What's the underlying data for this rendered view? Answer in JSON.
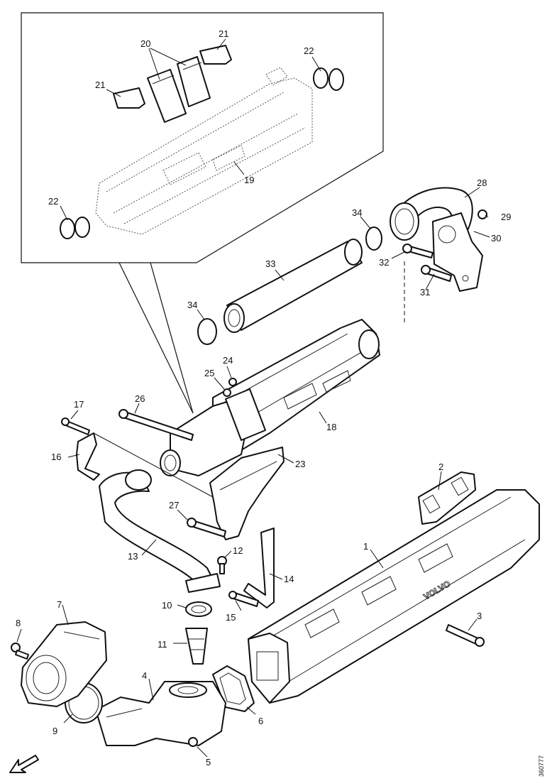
{
  "diagram": {
    "callouts": [
      {
        "id": "c1",
        "text": "1"
      },
      {
        "id": "c2",
        "text": "2"
      },
      {
        "id": "c3",
        "text": "3"
      },
      {
        "id": "c4",
        "text": "4"
      },
      {
        "id": "c5",
        "text": "5"
      },
      {
        "id": "c6",
        "text": "6"
      },
      {
        "id": "c7",
        "text": "7"
      },
      {
        "id": "c8",
        "text": "8"
      },
      {
        "id": "c9",
        "text": "9"
      },
      {
        "id": "c10",
        "text": "10"
      },
      {
        "id": "c11",
        "text": "11"
      },
      {
        "id": "c12",
        "text": "12"
      },
      {
        "id": "c13",
        "text": "13"
      },
      {
        "id": "c14",
        "text": "14"
      },
      {
        "id": "c15",
        "text": "15"
      },
      {
        "id": "c16",
        "text": "16"
      },
      {
        "id": "c17",
        "text": "17"
      },
      {
        "id": "c18",
        "text": "18"
      },
      {
        "id": "c19",
        "text": "19"
      },
      {
        "id": "c20",
        "text": "20"
      },
      {
        "id": "c21a",
        "text": "21"
      },
      {
        "id": "c21b",
        "text": "21"
      },
      {
        "id": "c22a",
        "text": "22"
      },
      {
        "id": "c22b",
        "text": "22"
      },
      {
        "id": "c23",
        "text": "23"
      },
      {
        "id": "c24",
        "text": "24"
      },
      {
        "id": "c25",
        "text": "25"
      },
      {
        "id": "c26",
        "text": "26"
      },
      {
        "id": "c27",
        "text": "27"
      },
      {
        "id": "c28",
        "text": "28"
      },
      {
        "id": "c29",
        "text": "29"
      },
      {
        "id": "c30",
        "text": "30"
      },
      {
        "id": "c31",
        "text": "31"
      },
      {
        "id": "c32",
        "text": "32"
      },
      {
        "id": "c33",
        "text": "33"
      },
      {
        "id": "c34a",
        "text": "34"
      },
      {
        "id": "c34b",
        "text": "34"
      }
    ],
    "reference_code": "360777",
    "manifold_logo_text": "VOLVO",
    "direction_arrow_icon": "arrow-down-left-icon"
  }
}
